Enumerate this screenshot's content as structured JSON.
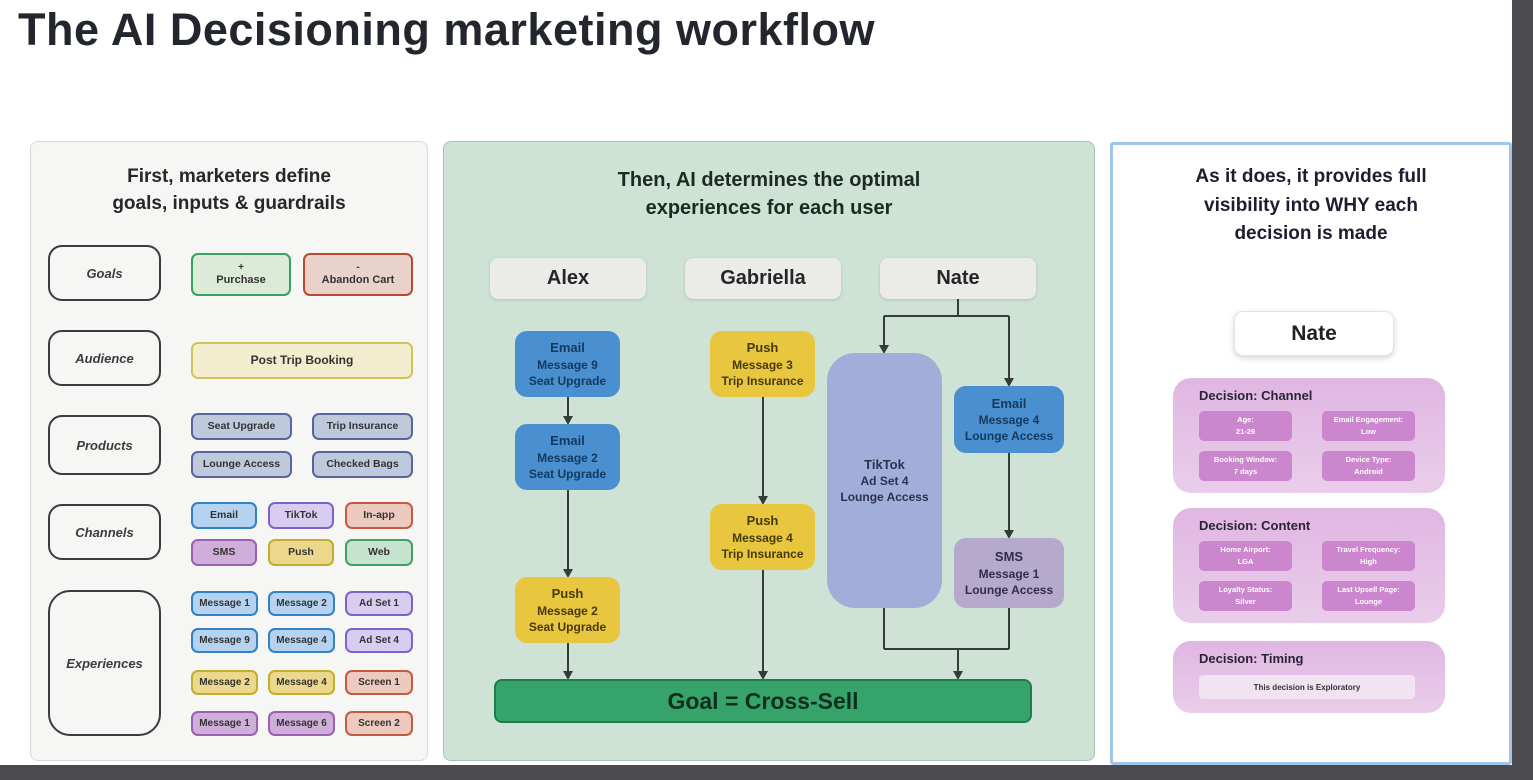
{
  "page": {
    "title": "The AI Decisioning marketing workflow"
  },
  "colors": {
    "accent_green": "#36a46a",
    "accent_red": "#c65a41",
    "accent_blue": "#3181c4",
    "accent_purple": "#7b63ca",
    "accent_yellow": "#c1ad2f",
    "accent_mauve": "#9c5fb5",
    "flow_blue": "#4a8fd0",
    "flow_yellow": "#e8c63e",
    "flow_tiktok": "#a2aeda",
    "flow_sms": "#b5aacc",
    "middle_panel_green": "#cfe2d6",
    "decision_section_pink": "#e2bde4",
    "decision_chip_magenta": "#cb86cd",
    "highlight_border_blue": "#9fc6e8"
  },
  "left_panel": {
    "heading_line1": "First, marketers define",
    "heading_line2": "goals, inputs & guardrails",
    "row_labels": [
      "Goals",
      "Audience",
      "Products",
      "Channels",
      "Experiences"
    ],
    "goals_chips": [
      {
        "sign": "+",
        "text": "Purchase"
      },
      {
        "sign": "-",
        "text": "Abandon Cart"
      }
    ],
    "audience_chip": "Post Trip Booking",
    "products_chips": [
      "Seat Upgrade",
      "Trip Insurance",
      "Lounge Access",
      "Checked Bags"
    ],
    "channels_chips": [
      "Email",
      "TikTok",
      "In-app",
      "SMS",
      "Push",
      "Web"
    ],
    "experiences_chips": [
      "Message 1",
      "Message 2",
      "Ad Set 1",
      "Message 9",
      "Message 4",
      "Ad Set 4",
      "Message 2",
      "Message 4",
      "Screen 1",
      "Message 1",
      "Message 6",
      "Screen 2"
    ]
  },
  "middle_panel": {
    "heading_line1": "Then, AI determines the optimal",
    "heading_line2": "experiences for each user",
    "users": [
      "Alex",
      "Gabriella",
      "Nate"
    ],
    "alex_flow": [
      {
        "channel": "Email",
        "message": "Message 9",
        "product": "Seat Upgrade"
      },
      {
        "channel": "Email",
        "message": "Message 2",
        "product": "Seat Upgrade"
      },
      {
        "channel": "Push",
        "message": "Message 2",
        "product": "Seat Upgrade"
      }
    ],
    "gabriella_flow": [
      {
        "channel": "Push",
        "message": "Message 3",
        "product": "Trip Insurance"
      },
      {
        "channel": "Push",
        "message": "Message 4",
        "product": "Trip Insurance"
      }
    ],
    "nate_flow": {
      "tiktok": {
        "channel": "TikTok",
        "message": "Ad Set 4",
        "product": "Lounge Access"
      },
      "email": {
        "channel": "Email",
        "message": "Message 4",
        "product": "Lounge Access"
      },
      "sms": {
        "channel": "SMS",
        "message": "Message 1",
        "product": "Lounge Access"
      }
    },
    "goal": "Goal = Cross-Sell"
  },
  "right_panel": {
    "heading_line1": "As it does, it provides full",
    "heading_line2": "visibility into WHY each",
    "heading_line3": "decision is made",
    "user": "Nate",
    "sections": [
      {
        "title": "Decision: Channel",
        "chips": [
          {
            "label": "Age:",
            "value": "21-29"
          },
          {
            "label": "Email Engagement:",
            "value": "Low"
          },
          {
            "label": "Booking Window:",
            "value": "7 days"
          },
          {
            "label": "Device Type:",
            "value": "Android"
          }
        ]
      },
      {
        "title": "Decision: Content",
        "chips": [
          {
            "label": "Home Airport:",
            "value": "LGA"
          },
          {
            "label": "Travel Frequency:",
            "value": "High"
          },
          {
            "label": "Loyalty Status:",
            "value": "Silver"
          },
          {
            "label": "Last Upsell Page:",
            "value": "Lounge"
          }
        ]
      },
      {
        "title": "Decision: Timing",
        "note": "This decision is Exploratory"
      }
    ]
  }
}
